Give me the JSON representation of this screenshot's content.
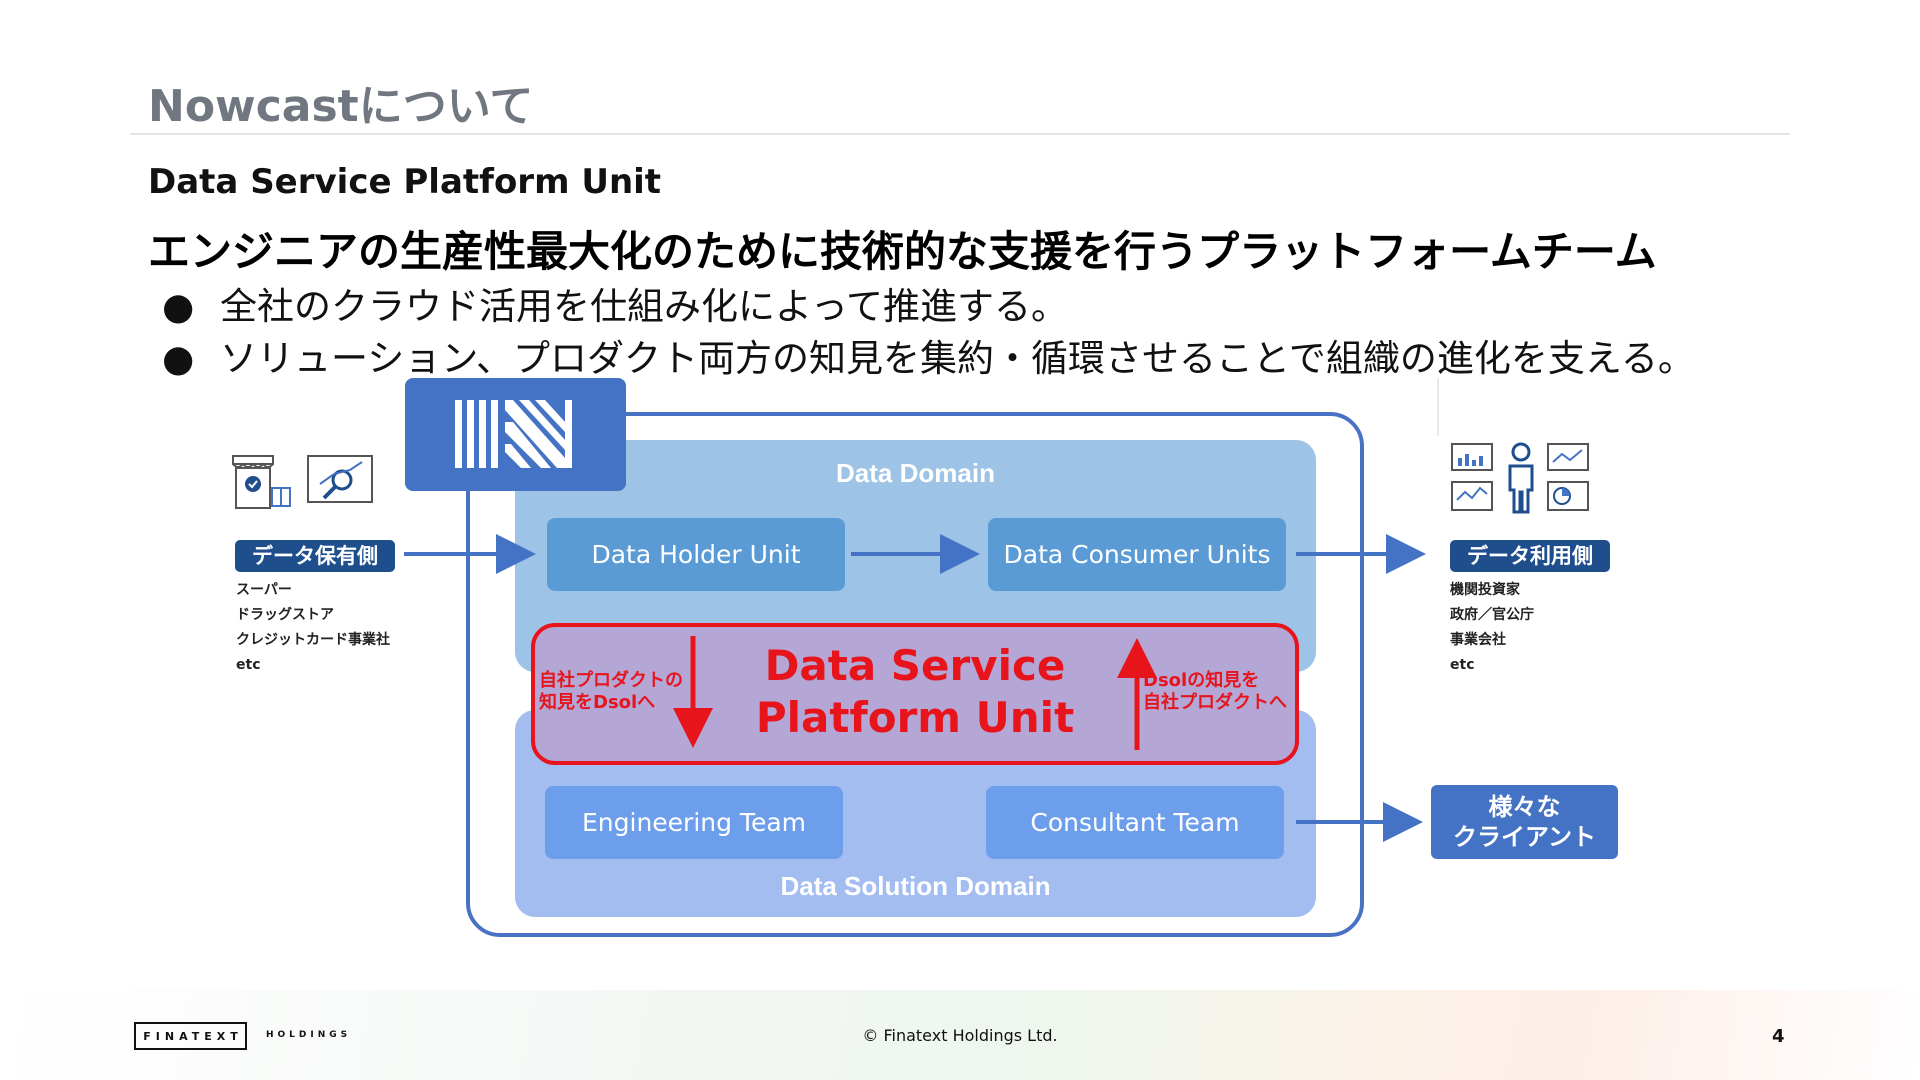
{
  "slide": {
    "title": "Nowcastについて",
    "unit_name": "Data Service Platform Unit",
    "headline": "エンジニアの生産性最大化のために技術的な支援を行うプラットフォームチーム",
    "bullet_marker": "●",
    "bullets": [
      "全社のクラウド活用を仕組み化によって推進する。",
      "ソリューション、プロダクト両方の知見を集約・循環させることで組織の進化を支える。"
    ]
  },
  "diagram": {
    "data_domain_label": "Data Domain",
    "data_holder_unit": "Data Holder Unit",
    "data_consumer_units": "Data Consumer Units",
    "dspu_line1": "Data Service",
    "dspu_line2": "Platform Unit",
    "left_red_line1": "自社プロダクトの",
    "left_red_line2": "知見をDsolへ",
    "right_red_line1": "Dsolの知見を",
    "right_red_line2": "自社プロダクトへ",
    "engineering_team": "Engineering Team",
    "consultant_team": "Consultant Team",
    "data_solution_domain_label": "Data Solution Domain",
    "holder_side": {
      "label": "データ保有側",
      "items": [
        "スーパー",
        "ドラッグストア",
        "クレジットカード事業社",
        "etc"
      ]
    },
    "user_side": {
      "label": "データ利用側",
      "items": [
        "機関投資家",
        "政府／官公庁",
        "事業会社",
        "etc"
      ]
    },
    "clients_line1": "様々な",
    "clients_line2": "クライアント",
    "colors": {
      "accent_blue": "#4472c4",
      "red": "#e8141c",
      "navy": "#1f4e8c"
    }
  },
  "footer": {
    "brand": "FINATEXT",
    "holdings": "HOLDINGS",
    "copyright": "© Finatext Holdings Ltd.",
    "page_number": "4"
  }
}
